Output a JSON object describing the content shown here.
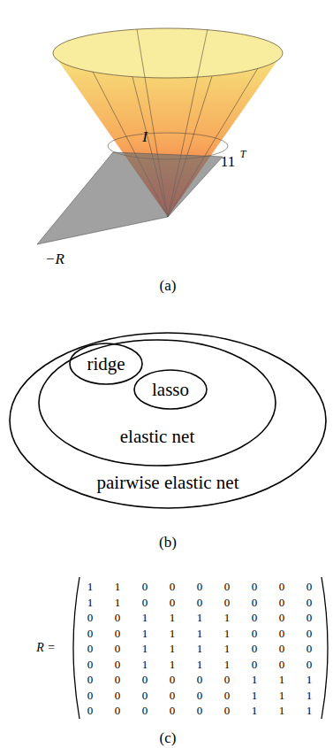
{
  "diagram": {
    "nodes": [
      {
        "text": [
          "pairwise elastic net"
        ]
      },
      {
        "text": [
          "elastic net"
        ],
        "in": 0
      },
      {
        "text": [
          "ridge"
        ],
        "in": 1
      },
      {
        "text": [
          "lasso"
        ],
        "in": 1
      }
    ],
    "labels": [
      "I",
      "11",
      "T",
      "−R",
      "(a)",
      "(b)",
      "R =",
      "1",
      "1",
      "0",
      "0",
      "0",
      "0",
      "0",
      "0",
      "0",
      "1",
      "1",
      "0",
      "0",
      "0",
      "0",
      "0",
      "0",
      "0",
      "0",
      "0",
      "1",
      "1",
      "1",
      "1",
      "0",
      "0",
      "0",
      "0",
      "0",
      "1",
      "1",
      "1",
      "1",
      "0",
      "0",
      "0",
      "0",
      "0",
      "1",
      "1",
      "1",
      "1",
      "0",
      "0",
      "0",
      "0",
      "0",
      "1",
      "1",
      "1",
      "1",
      "0",
      "0",
      "0",
      "0",
      "0",
      "0",
      "0",
      "0",
      "0",
      "1",
      "1",
      "1",
      "0",
      "0",
      "0",
      "0",
      "0",
      "0",
      "1",
      "1",
      "1",
      "0",
      "0",
      "0",
      "0",
      "0",
      "0",
      "1",
      "1",
      "1",
      "(c)"
    ]
  }
}
